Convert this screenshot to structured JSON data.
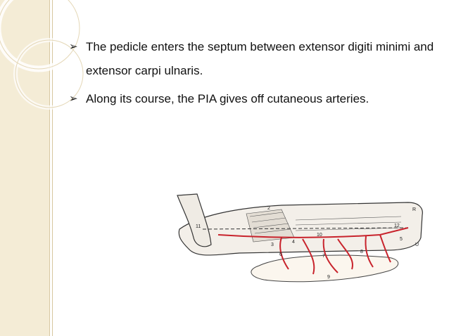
{
  "slide": {
    "bullets": [
      {
        "text": "The pedicle enters the septum between extensor digiti minimi and extensor carpi ulnaris."
      },
      {
        "text": "Along its course, the PIA gives off cutaneous arteries."
      }
    ],
    "bullet_glyph": "➢",
    "accent_color": "#f4ecd6",
    "figure": {
      "icon": "forearm-anatomy-illustration",
      "labels": [
        "2",
        "R",
        "11",
        "12",
        "10",
        "5",
        "U",
        "4",
        "3",
        "6",
        "7",
        "8",
        "9"
      ],
      "artery_color": "#c8232c"
    }
  }
}
